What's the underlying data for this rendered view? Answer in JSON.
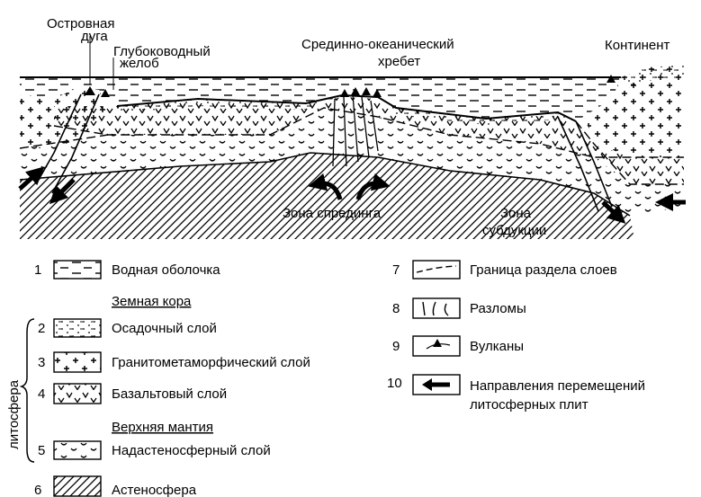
{
  "cross_section": {
    "labels": {
      "island_arc": [
        "Островная",
        "дуга"
      ],
      "trench": [
        "Глубоководный",
        "желоб"
      ],
      "ridge": [
        "Срединно-океанический",
        "хребет"
      ],
      "continent": "Континент",
      "spreading_zone": "Зона спрединга",
      "subduction_zone": [
        "Зона",
        "субдукции"
      ]
    }
  },
  "legend": {
    "crust_heading": "Земная кора",
    "mantle_heading": "Верхняя мантия",
    "lithosphere_label": "литосфера",
    "items": [
      {
        "num": "1",
        "label": "Водная оболочка",
        "pattern": "water"
      },
      {
        "num": "2",
        "label": "Осадочный слой",
        "pattern": "sediment"
      },
      {
        "num": "3",
        "label": "Гранитометаморфический слой",
        "pattern": "granite"
      },
      {
        "num": "4",
        "label": "Базальтовый слой",
        "pattern": "basalt"
      },
      {
        "num": "5",
        "label": "Надастеносферный слой",
        "pattern": "supra"
      },
      {
        "num": "6",
        "label": "Астеносфера",
        "pattern": "astheno"
      },
      {
        "num": "7",
        "label": "Граница раздела слоев",
        "pattern": "boundary"
      },
      {
        "num": "8",
        "label": "Разломы",
        "pattern": "faults"
      },
      {
        "num": "9",
        "label": "Вулканы",
        "pattern": "volcano"
      },
      {
        "num": "10",
        "label": [
          "Направления перемещений",
          "литосферных плит"
        ],
        "pattern": "arrow"
      }
    ]
  }
}
